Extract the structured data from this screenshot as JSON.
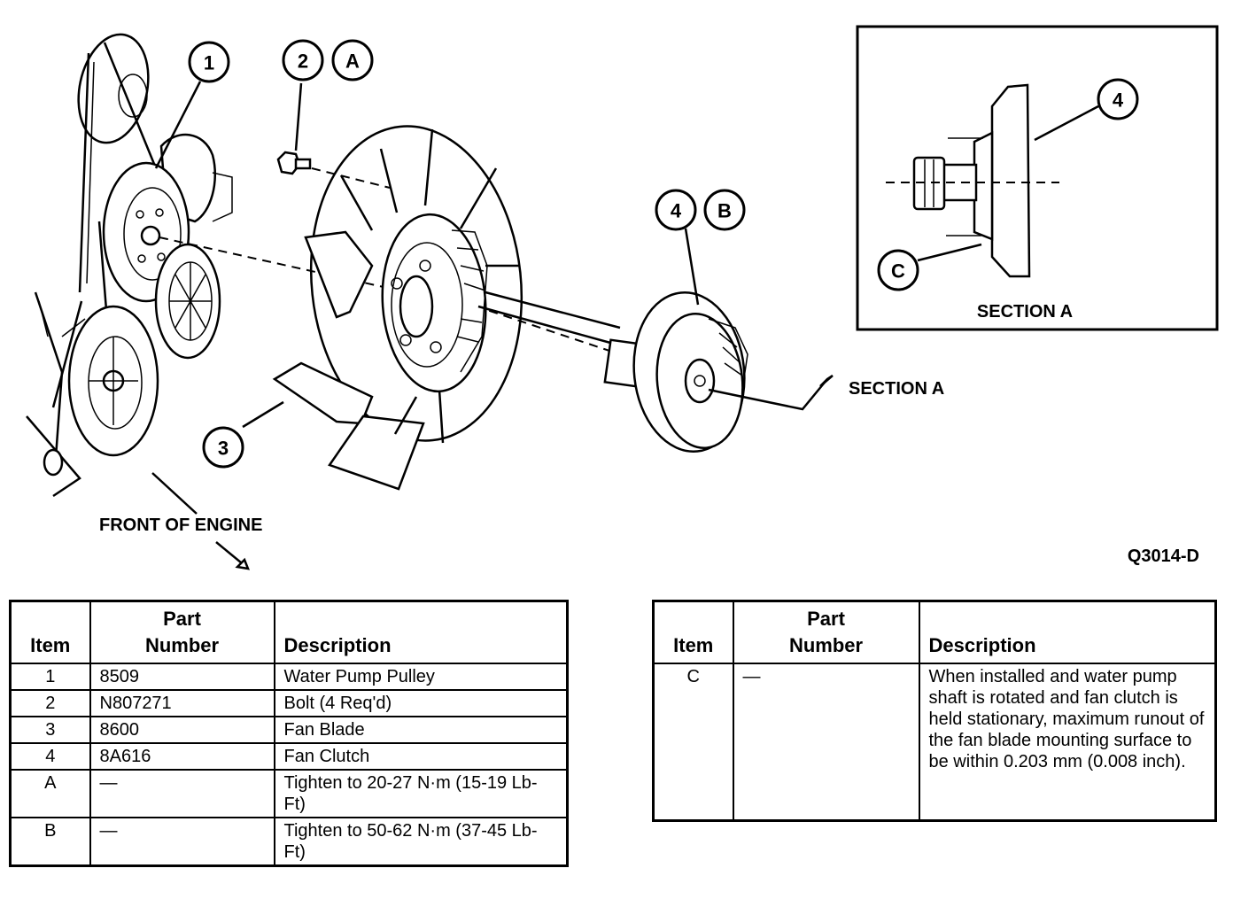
{
  "diagram": {
    "callouts": {
      "c1": "1",
      "c2": "2",
      "cA": "A",
      "c3": "3",
      "c4": "4",
      "cB": "B",
      "c4s": "4",
      "cC": "C"
    },
    "labels": {
      "front_of_engine": "FRONT OF ENGINE",
      "section_a_arrow": "SECTION A",
      "section_a_caption": "SECTION A",
      "figure_id": "Q3014-D"
    }
  },
  "table_left": {
    "headers": {
      "item": "Item",
      "part_line1": "Part",
      "part_line2": "Number",
      "description": "Description"
    },
    "rows": [
      {
        "item": "1",
        "part": "8509",
        "description": "Water Pump Pulley"
      },
      {
        "item": "2",
        "part": "N807271",
        "description": "Bolt (4 Req'd)"
      },
      {
        "item": "3",
        "part": "8600",
        "description": "Fan Blade"
      },
      {
        "item": "4",
        "part": "8A616",
        "description": "Fan Clutch"
      },
      {
        "item": "A",
        "part": "—",
        "description": "Tighten to 20-27 N·m (15-19 Lb-Ft)"
      },
      {
        "item": "B",
        "part": "—",
        "description": "Tighten to 50-62 N·m (37-45 Lb-Ft)"
      }
    ]
  },
  "table_right": {
    "headers": {
      "item": "Item",
      "part_line1": "Part",
      "part_line2": "Number",
      "description": "Description"
    },
    "rows": [
      {
        "item": "C",
        "part": "—",
        "description": "When installed and water pump shaft is rotated and fan clutch is held stationary, maximum runout of the fan blade mounting surface to be within 0.203 mm (0.008 inch)."
      }
    ]
  }
}
